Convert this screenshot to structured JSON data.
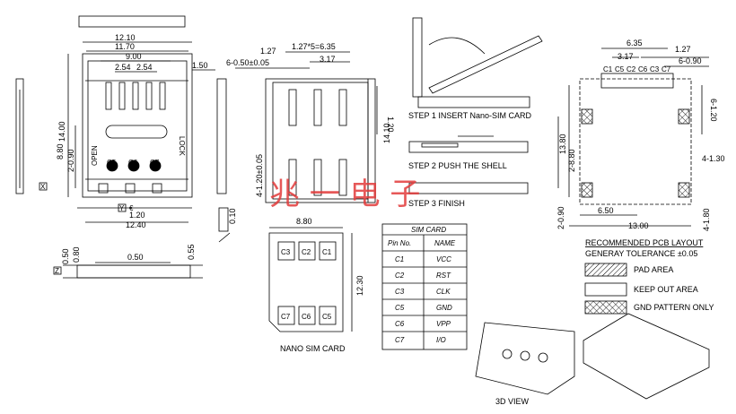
{
  "watermark": "兆 一 电 子",
  "top_view": {
    "dims": [
      "12.10",
      "11.70",
      "9.00",
      "2.54",
      "2.54",
      "1.50",
      "14.00",
      "8.80",
      "2-0.90",
      "1.20",
      "12.40"
    ],
    "pin_labels": [
      "C5",
      "C6",
      "C7"
    ],
    "open": "OPEN",
    "lock": "LOCK",
    "x_tag": "X",
    "y_tag": "Y",
    "cl": "€"
  },
  "side_view": {
    "dims": [
      "0.10"
    ]
  },
  "front_view": {
    "dims": [
      "0.50",
      "0.55",
      "0.50",
      "0.80"
    ],
    "z_tag": "Z"
  },
  "bottom_view": {
    "dims": [
      "1.27",
      "1.27*5=6.35",
      "6-0.50±0.05",
      "3.17",
      "4-1.20±0.05",
      "1.20",
      "14.10"
    ]
  },
  "steps": {
    "step1": "STEP 1 INSERT Nano-SIM CARD",
    "step2": "STEP 2   PUSH THE SHELL",
    "step3": "STEP 3   FINISH"
  },
  "nano_card": {
    "w": "8.80",
    "h": "12.30",
    "top_pins": [
      "C3",
      "C2",
      "C1"
    ],
    "bot_pins": [
      "C7",
      "C6",
      "C5"
    ],
    "caption": "NANO SIM CARD"
  },
  "sim_table": {
    "title": "SIM CARD",
    "headers": [
      "Pin No.",
      "NAME"
    ],
    "rows": [
      [
        "C1",
        "VCC"
      ],
      [
        "C2",
        "RST"
      ],
      [
        "C3",
        "CLK"
      ],
      [
        "C5",
        "GND"
      ],
      [
        "C6",
        "VPP"
      ],
      [
        "C7",
        "I/O"
      ]
    ]
  },
  "pcb": {
    "dims_top": [
      "6.35",
      "1.27",
      "3.17",
      "6-0.90"
    ],
    "pins": [
      "C1",
      "C5",
      "C2",
      "C6",
      "C3",
      "C7"
    ],
    "dims_side": [
      "6-1.20",
      "13.80",
      "2-8.80",
      "4-1.30",
      "2-0.90",
      "6.50",
      "13.00",
      "4-1.80"
    ],
    "title": "RECOMMENDED PCB LAYOUT",
    "tolerance": "GENERAY TOLERANCE ±0.05"
  },
  "legend": [
    {
      "label": "PAD AREA",
      "pattern": "hatch"
    },
    {
      "label": "KEEP OUT AREA",
      "pattern": "blank"
    },
    {
      "label": "GND PATTERN ONLY",
      "pattern": "cross"
    }
  ],
  "view3d_caption": "3D VIEW"
}
